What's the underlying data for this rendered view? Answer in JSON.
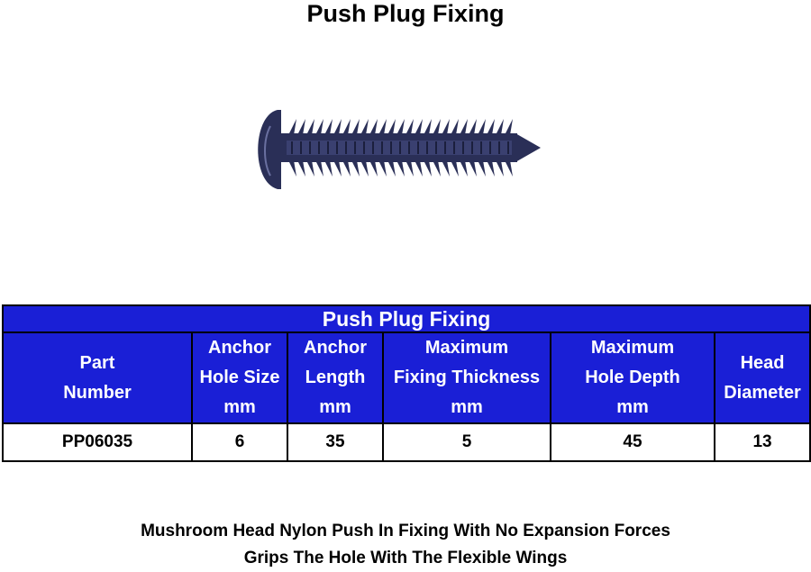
{
  "page": {
    "title": "Push Plug Fixing"
  },
  "table": {
    "title": "Push Plug Fixing",
    "headers": [
      [
        "Part",
        "Number"
      ],
      [
        "Anchor",
        "Hole Size",
        "mm"
      ],
      [
        "Anchor",
        "Length",
        "mm"
      ],
      [
        "Maximum",
        "Fixing Thickness",
        "mm"
      ],
      [
        "Maximum",
        "Hole Depth",
        "mm"
      ],
      [
        "Head",
        "Diameter"
      ]
    ],
    "rows": [
      [
        "PP06035",
        "6",
        "35",
        "5",
        "45",
        "13"
      ]
    ]
  },
  "description": {
    "line1": "Mushroom Head Nylon Push In Fixing With No Expansion Forces",
    "line2": "Grips The Hole With The Flexible Wings"
  },
  "colors": {
    "table_header_bg": "#1a1fd6",
    "table_header_text": "#ffffff",
    "product_color": "#2a2f57"
  },
  "icons": {
    "product_image": "push-plug-fixing-image"
  }
}
